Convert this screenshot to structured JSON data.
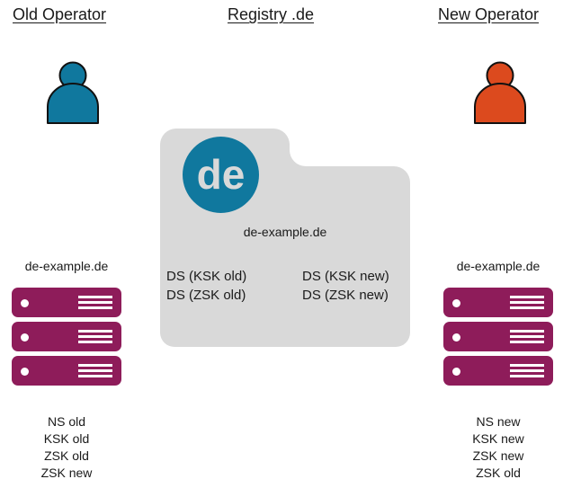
{
  "headings": {
    "old_operator": "Old Operator",
    "registry": "Registry .de",
    "new_operator": "New Operator"
  },
  "colors": {
    "old_operator": "#10789E",
    "new_operator": "#DC4A1E",
    "server": "#8E1C5A",
    "folder": "#D9D9D9",
    "de_logo_circle": "#10789E",
    "de_logo_text": "#D9D9D9"
  },
  "registry": {
    "logo_text": "de",
    "domain": "de-example.de",
    "ds_old": [
      "DS (KSK old)",
      "DS (ZSK old)"
    ],
    "ds_new": [
      "DS (KSK new)",
      "DS (ZSK new)"
    ]
  },
  "left_operator": {
    "domain": "de-example.de",
    "server_count": 3,
    "keys": [
      "NS old",
      "KSK old",
      "ZSK old",
      "ZSK new"
    ]
  },
  "right_operator": {
    "domain": "de-example.de",
    "server_count": 3,
    "keys": [
      "NS new",
      "KSK new",
      "ZSK new",
      "ZSK old"
    ]
  }
}
